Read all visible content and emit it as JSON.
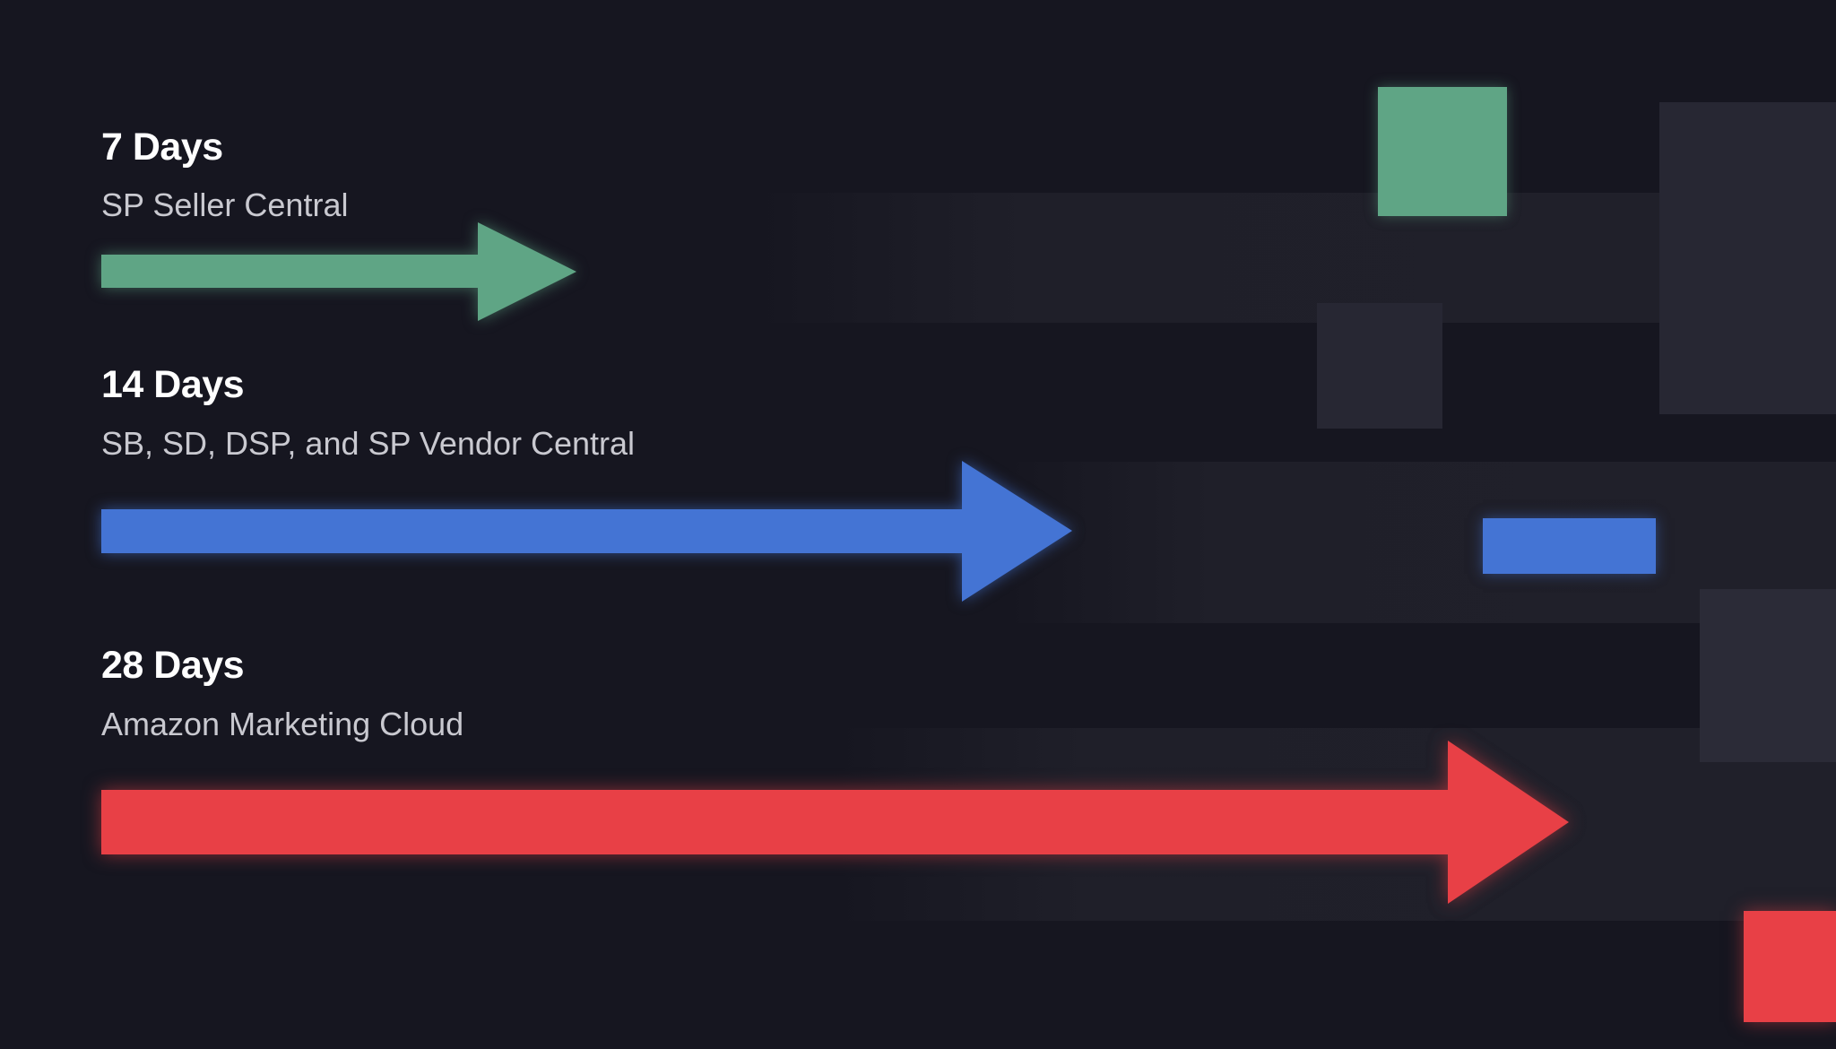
{
  "rows": [
    {
      "title": "7 Days",
      "subtitle": "SP Seller Central",
      "color": "#5fa585"
    },
    {
      "title": "14 Days",
      "subtitle": "SB, SD, DSP, and SP Vendor Central",
      "color": "#4474d4"
    },
    {
      "title": "28 Days",
      "subtitle": "Amazon Marketing Cloud",
      "color": "#e84046"
    }
  ],
  "background_color": "#161620",
  "decor_gray_color": "#272733"
}
